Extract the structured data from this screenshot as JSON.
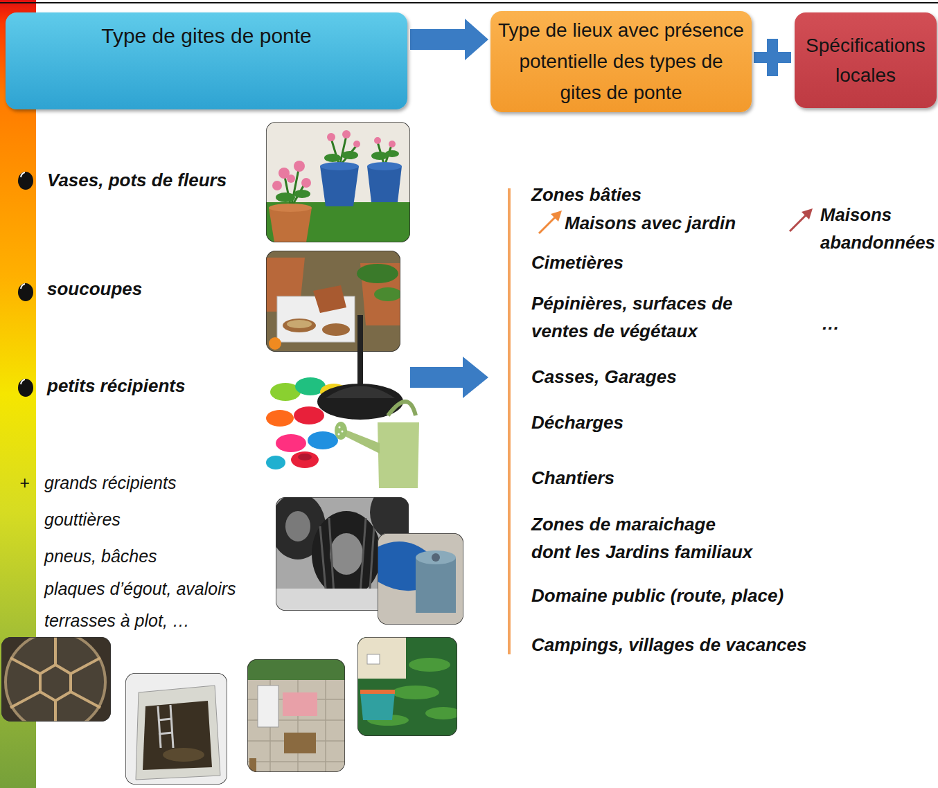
{
  "diagram": {
    "nodes": [
      {
        "text": [
          "Type de gites de ponte"
        ]
      },
      {
        "text": [
          "Type de lieux avec présence potentielle des types de gites de ponte"
        ]
      },
      {
        "text": [
          "Spécifications locales"
        ]
      }
    ],
    "edges": [
      {
        "from": 0,
        "to": 1,
        "arrow": "to"
      }
    ],
    "labels": [
      "Vases, pots de fleurs",
      "soucoupes",
      "petits récipients",
      "+",
      "grands récipients",
      "gouttières",
      "pneus, bâches",
      "plaques d’égout, avaloirs",
      "terrasses à plot, …",
      "Zones bâties",
      "Maisons avec jardin",
      "Cimetières",
      "Pépinières, surfaces de ventes de végétaux",
      "Casses, Garages",
      "Décharges",
      "Chantiers",
      "Zones de maraichage dont les Jardins familiaux",
      "Domaine public (route, place)",
      "Campings, villages de vacances",
      "Maisons abandonnées",
      "…"
    ]
  }
}
